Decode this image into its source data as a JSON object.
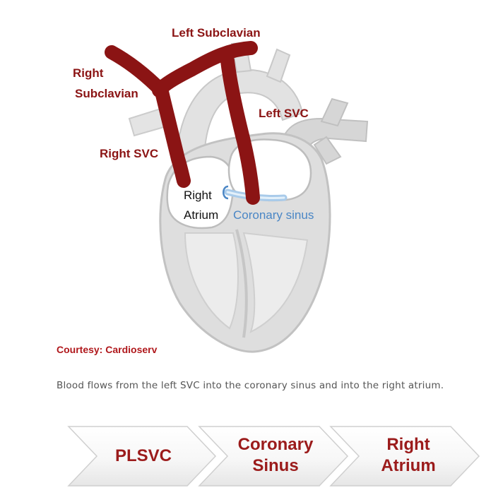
{
  "colors": {
    "vein": "#8b1414",
    "label_red": "#8b1414",
    "coronary_blue": "#4a86c5",
    "heart_gray": "#dcdcdc",
    "heart_outline": "#c4c4c4",
    "caption_gray": "#555555"
  },
  "labels": {
    "left_subclavian": "Left Subclavian",
    "right_subclavian_line1": "Right",
    "right_subclavian_line2": "Subclavian",
    "left_svc": "Left SVC",
    "right_svc": "Right SVC",
    "right_atrium_line1": "Right",
    "right_atrium_line2": "Atrium",
    "coronary_sinus": "Coronary sinus"
  },
  "courtesy": "Courtesy: Cardioserv",
  "caption": "Blood flows from the left SVC into the coronary sinus and into the right atrium.",
  "flow": [
    {
      "lines": [
        "PLSVC"
      ]
    },
    {
      "lines": [
        "Coronary",
        "Sinus"
      ]
    },
    {
      "lines": [
        "Right",
        "Atrium"
      ]
    }
  ]
}
